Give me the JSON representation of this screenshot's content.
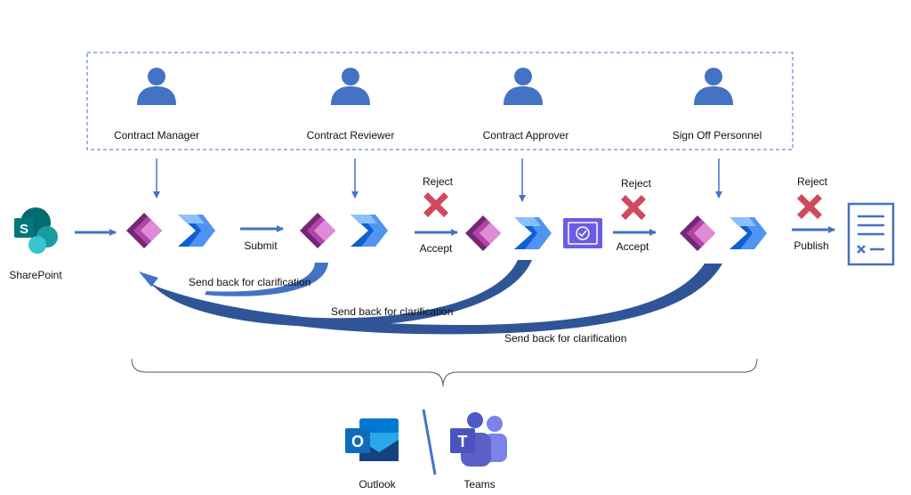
{
  "colors": {
    "arrow": "#4472c4",
    "person": "#4472c4",
    "reject": "#d04a5e",
    "powerapps_dark": "#742774",
    "powerapps_light": "#c95dc3",
    "automate_dark": "#0f5fd6",
    "automate_light": "#63a5f5",
    "approvals": "#6b5ce7",
    "sharepoint": "#036c70",
    "outlook": "#0f6cbd",
    "teams": "#5b5fc7"
  },
  "roles": [
    {
      "name": "Contract Manager"
    },
    {
      "name": "Contract Reviewer"
    },
    {
      "name": "Contract Approver"
    },
    {
      "name": "Sign Off Personnel"
    }
  ],
  "source": {
    "label": "SharePoint"
  },
  "steps": {
    "submit": "Submit",
    "accept_1": "Accept",
    "accept_2": "Accept",
    "publish": "Publish",
    "reject_1": "Reject",
    "reject_2": "Reject",
    "reject_3": "Reject"
  },
  "feedback": [
    {
      "label": "Send back for clarification"
    },
    {
      "label": "Send back for clarification"
    },
    {
      "label": "Send back for clarification"
    }
  ],
  "notifications": [
    {
      "label": "Outlook",
      "icon": "outlook-icon"
    },
    {
      "label": "Teams",
      "icon": "teams-icon"
    }
  ]
}
